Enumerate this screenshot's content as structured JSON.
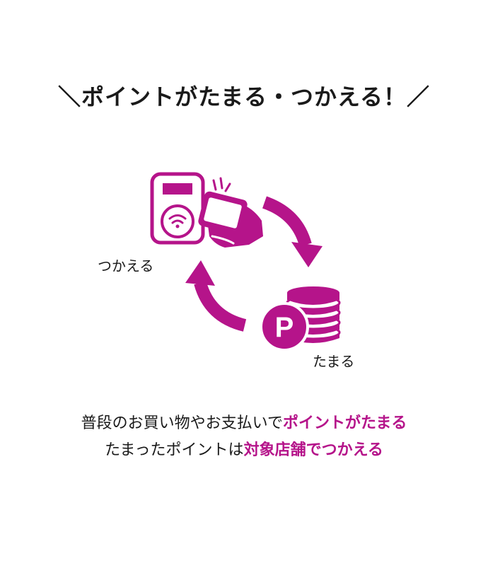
{
  "headline": "＼ポイントがたまる・つかえる！／",
  "diagram": {
    "use_label": "つかえる",
    "save_label": "たまる",
    "coin_letter": "P",
    "accent_color": "#b5148a"
  },
  "description": {
    "line1_normal": "普段のお買い物やお支払いで",
    "line1_emphasis": "ポイントがたまる",
    "line2_normal": "たまったポイントは",
    "line2_emphasis": "対象店舗でつかえる"
  }
}
